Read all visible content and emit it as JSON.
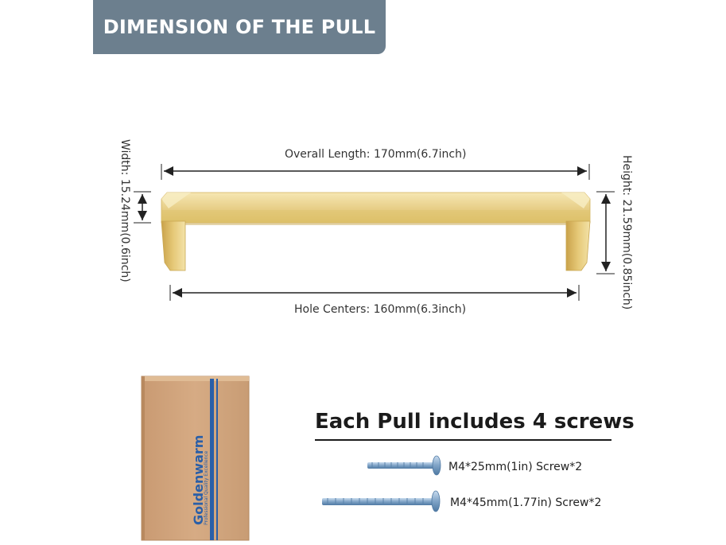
{
  "banner": {
    "title": "DIMENSION OF THE PULL"
  },
  "dimensions": {
    "overall_length": "Overall Length: 170mm(6.7inch)",
    "hole_centers": "Hole Centers: 160mm(6.3inch)",
    "width": "Width: 15.24mm(0.6inch)",
    "height": "Height: 21.59mm(0.85inch)"
  },
  "package": {
    "brand": "Goldenwarm",
    "tagline": "Professional Quality Excellence"
  },
  "screws": {
    "title": "Each Pull includes 4 screws",
    "items": [
      {
        "label": "M4*25mm(1in) Screw*2"
      },
      {
        "label": "M4*45mm(1.77in) Screw*2"
      }
    ]
  },
  "colors": {
    "banner_bg": "#6c7f8e",
    "pull_gold": "#e3c978",
    "box_kraft": "#d0a47c",
    "brand_blue": "#2a5fa8",
    "screw_steel": "#8fb0cf"
  }
}
